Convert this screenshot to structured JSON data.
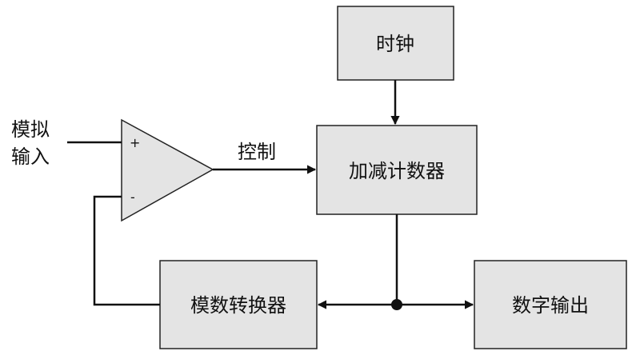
{
  "blocks": {
    "clock": "时钟",
    "counter": "加减计数器",
    "adc": "模数转换器",
    "output": "数字输出"
  },
  "labels": {
    "analog_input_line1": "模拟",
    "analog_input_line2": "输入",
    "control": "控制",
    "plus": "+",
    "minus": "-"
  },
  "colors": {
    "box_fill": "#e4e4e4",
    "stroke": "#111111"
  }
}
